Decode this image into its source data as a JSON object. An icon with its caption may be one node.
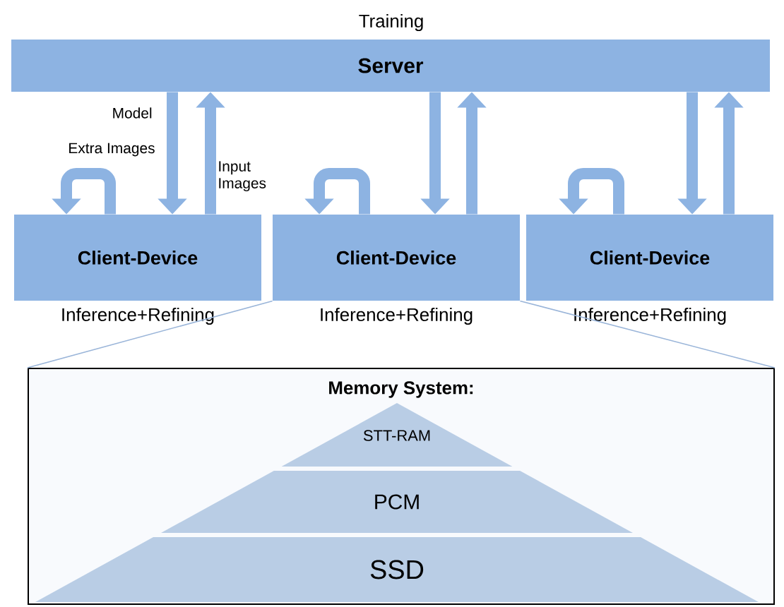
{
  "diagram": {
    "nodes": [
      {
        "text": [
          "Training",
          "Server"
        ]
      },
      {
        "text": [
          "Client-Device"
        ],
        "beside": [
          "Inference+Refining"
        ]
      },
      {
        "text": [
          "Client-Device"
        ],
        "beside": [
          "Inference+Refining"
        ]
      },
      {
        "text": [
          "Client-Device"
        ],
        "beside": [
          "Inference+Refining"
        ]
      },
      {
        "text": [
          "Memory System:"
        ]
      },
      {
        "text": [
          "STT-RAM"
        ],
        "in": 4
      },
      {
        "text": [
          "PCM"
        ],
        "in": 4
      },
      {
        "text": [
          "SSD"
        ],
        "in": 4
      }
    ],
    "edges": [
      {
        "from": 0,
        "to": 1,
        "arrow": "to",
        "label": "Model"
      },
      {
        "from": 1,
        "to": 0,
        "arrow": "to",
        "label": "Input Images"
      },
      {
        "from": 0,
        "to": 2,
        "arrow": "to"
      },
      {
        "from": 2,
        "to": 0,
        "arrow": "to"
      },
      {
        "from": 0,
        "to": 3,
        "arrow": "to"
      },
      {
        "from": 3,
        "to": 0,
        "arrow": "to"
      },
      {
        "from": 1,
        "to": 1,
        "arrow": "to",
        "label": "Extra Images"
      },
      {
        "from": 2,
        "to": 2,
        "arrow": "to"
      },
      {
        "from": 3,
        "to": 3,
        "arrow": "to"
      },
      {
        "from": 2,
        "to": 4,
        "arrow": "none",
        "color": "#9ab5d9"
      },
      {
        "from": 2,
        "to": 4,
        "arrow": "none",
        "color": "#9ab5d9"
      }
    ]
  }
}
